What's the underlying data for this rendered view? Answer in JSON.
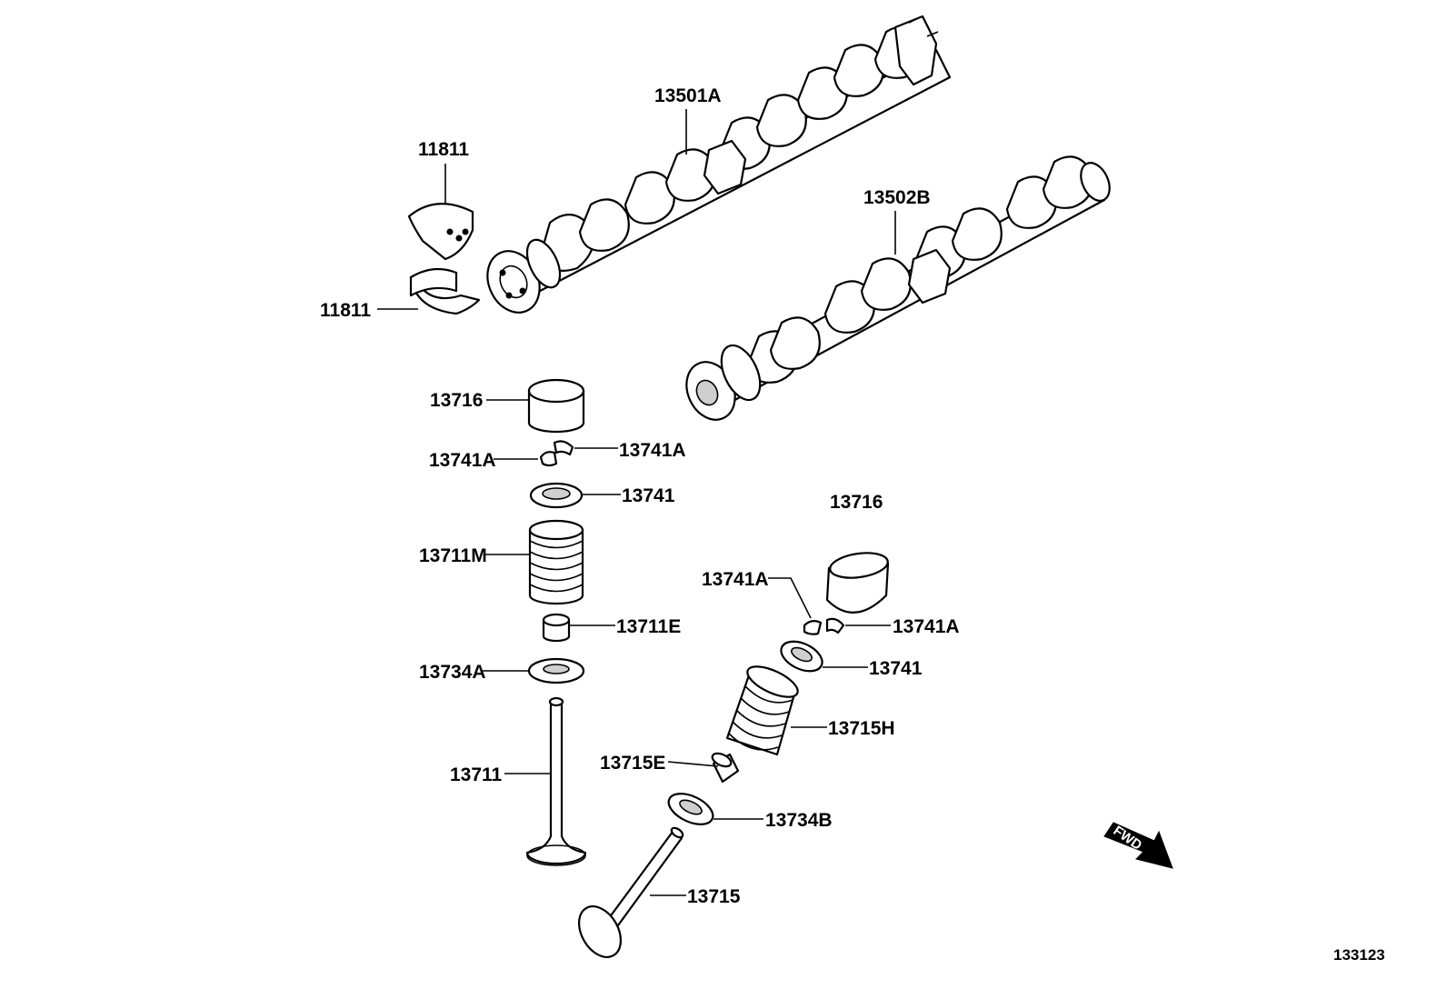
{
  "labels": {
    "camshaft_intake": "13501A",
    "camshaft_exhaust": "13502B",
    "bearing_upper": "11811",
    "bearing_lower": "11811",
    "lifter_intake": "13716",
    "keeper_intake_left": "13741A",
    "keeper_intake_right": "13741A",
    "retainer_intake": "13741",
    "spring_intake": "13711M",
    "stem_seal_intake": "13711E",
    "spring_seat_intake": "13734A",
    "valve_intake": "13711",
    "lifter_exhaust": "13716",
    "keeper_exhaust_left": "13741A",
    "keeper_exhaust_right": "13741A",
    "retainer_exhaust": "13741",
    "spring_exhaust": "13715H",
    "stem_seal_exhaust": "13715E",
    "spring_seat_exhaust": "13734B",
    "valve_exhaust": "13715"
  },
  "fwd_arrow": "FWD",
  "diagram_ref": "133123",
  "colors": {
    "line": "#000000",
    "background": "#ffffff"
  }
}
